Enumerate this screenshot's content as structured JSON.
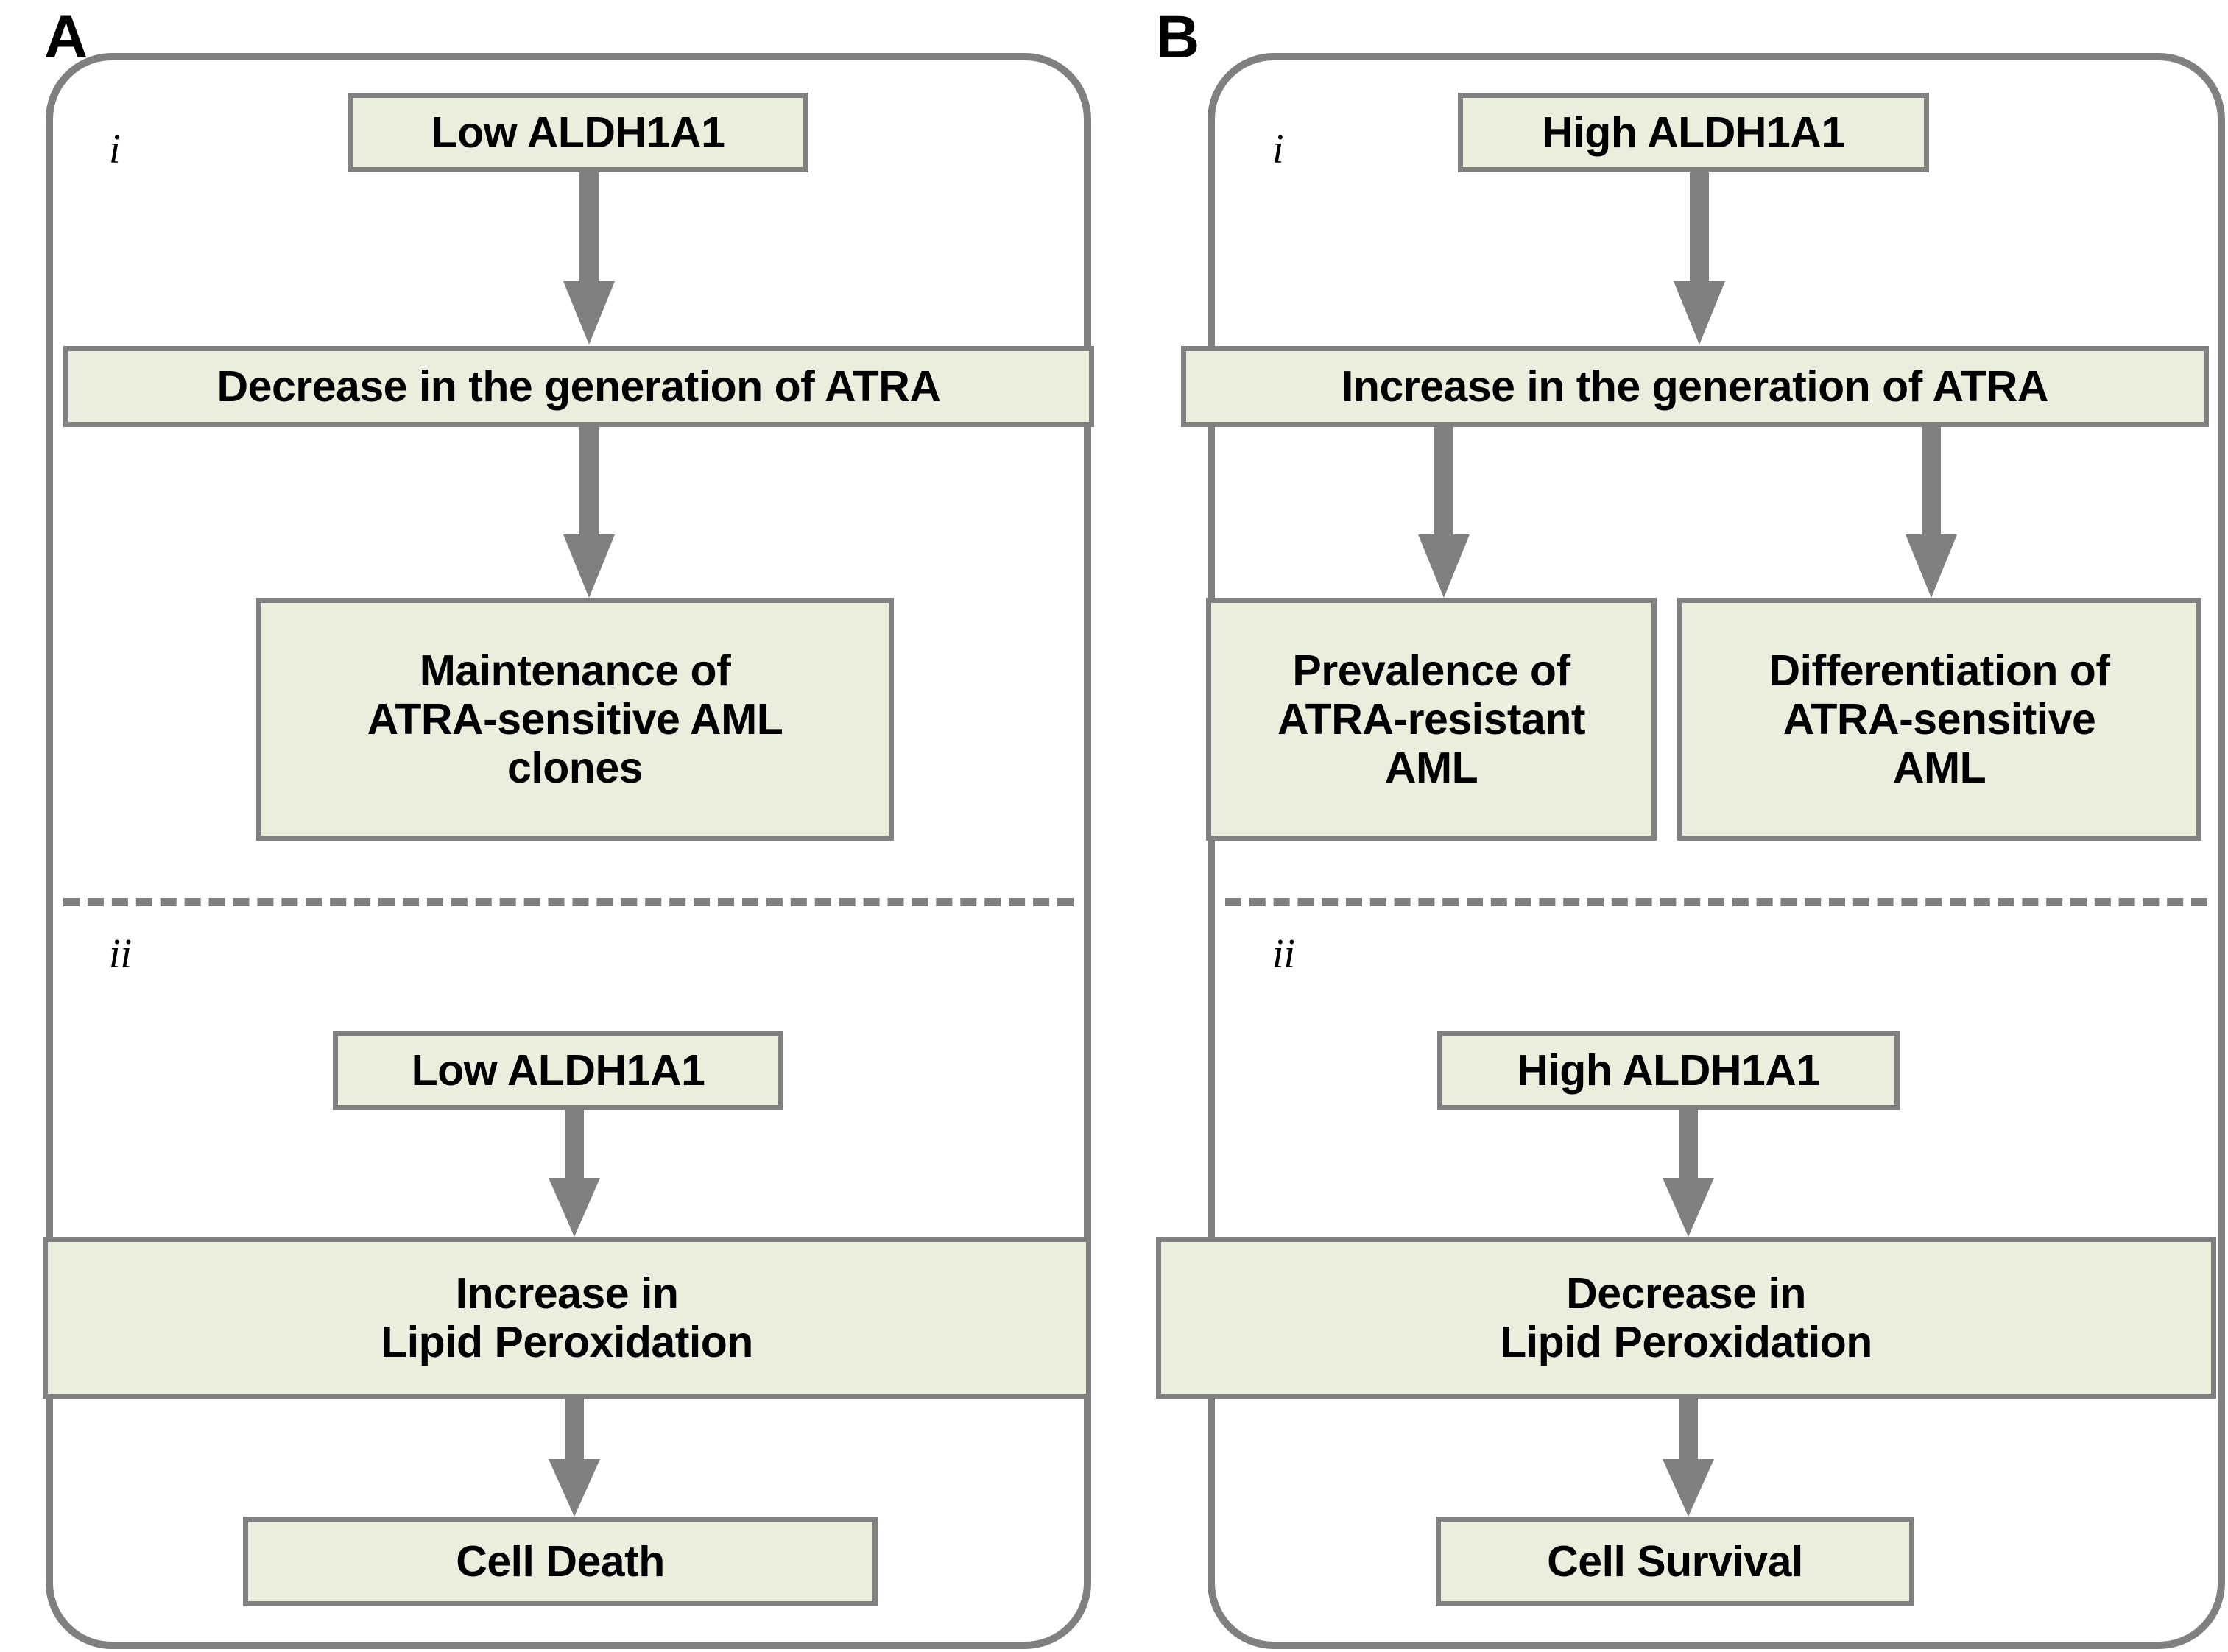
{
  "figure": {
    "type": "flow-diagram",
    "panels": [
      {
        "letter": "A",
        "sections": [
          {
            "marker": "i",
            "nodes": [
              {
                "id": "a-low-aldh",
                "label": "Low ALDH1A1"
              },
              {
                "id": "a-decrease",
                "label": "Decrease in the generation of ATRA"
              },
              {
                "id": "a-maintenance",
                "label": "Maintenance of\nATRA-sensitive AML\nclones"
              }
            ]
          },
          {
            "marker": "ii",
            "nodes": [
              {
                "id": "a-low-aldh-2",
                "label": "Low ALDH1A1"
              },
              {
                "id": "a-increase-lp",
                "label": "Increase in\nLipid Peroxidation"
              },
              {
                "id": "a-cell-death",
                "label": "Cell Death"
              }
            ]
          }
        ]
      },
      {
        "letter": "B",
        "sections": [
          {
            "marker": "i",
            "nodes": [
              {
                "id": "b-high-aldh",
                "label": "High ALDH1A1"
              },
              {
                "id": "b-increase",
                "label": "Increase in the generation of ATRA"
              },
              {
                "id": "b-prevalence",
                "label": "Prevalence of\nATRA-resistant\nAML"
              },
              {
                "id": "b-differentiate",
                "label": "Differentiation of\nATRA-sensitive\nAML"
              }
            ]
          },
          {
            "marker": "ii",
            "nodes": [
              {
                "id": "b-high-aldh-2",
                "label": "High ALDH1A1"
              },
              {
                "id": "b-decrease-lp",
                "label": "Decrease in\nLipid Peroxidation"
              },
              {
                "id": "b-cell-surv",
                "label": "Cell Survival"
              }
            ]
          }
        ]
      }
    ],
    "colors": {
      "node_fill": "#e9eedd",
      "node_border": "#808080",
      "panel_border": "#808080",
      "arrow": "#808080",
      "text": "#000000",
      "background": "#ffffff"
    }
  },
  "panel_a": {
    "letter": "A",
    "sub_i": "i",
    "sub_ii": "ii",
    "low_aldh": "Low ALDH1A1",
    "decrease_atra": "Decrease in the generation of ATRA",
    "maintenance": "Maintenance of\nATRA-sensitive AML\nclones",
    "low_aldh_2": "Low ALDH1A1",
    "increase_lipid": "Increase in\nLipid Peroxidation",
    "cell_death": "Cell Death"
  },
  "panel_b": {
    "letter": "B",
    "sub_i": "i",
    "sub_ii": "ii",
    "high_aldh": "High ALDH1A1",
    "increase_atra": "Increase in the generation of ATRA",
    "prevalence": "Prevalence of\nATRA-resistant\nAML",
    "differentiation": "Differentiation of\nATRA-sensitive\nAML",
    "high_aldh_2": "High ALDH1A1",
    "decrease_lipid": "Decrease in\nLipid Peroxidation",
    "cell_survival": "Cell Survival"
  }
}
